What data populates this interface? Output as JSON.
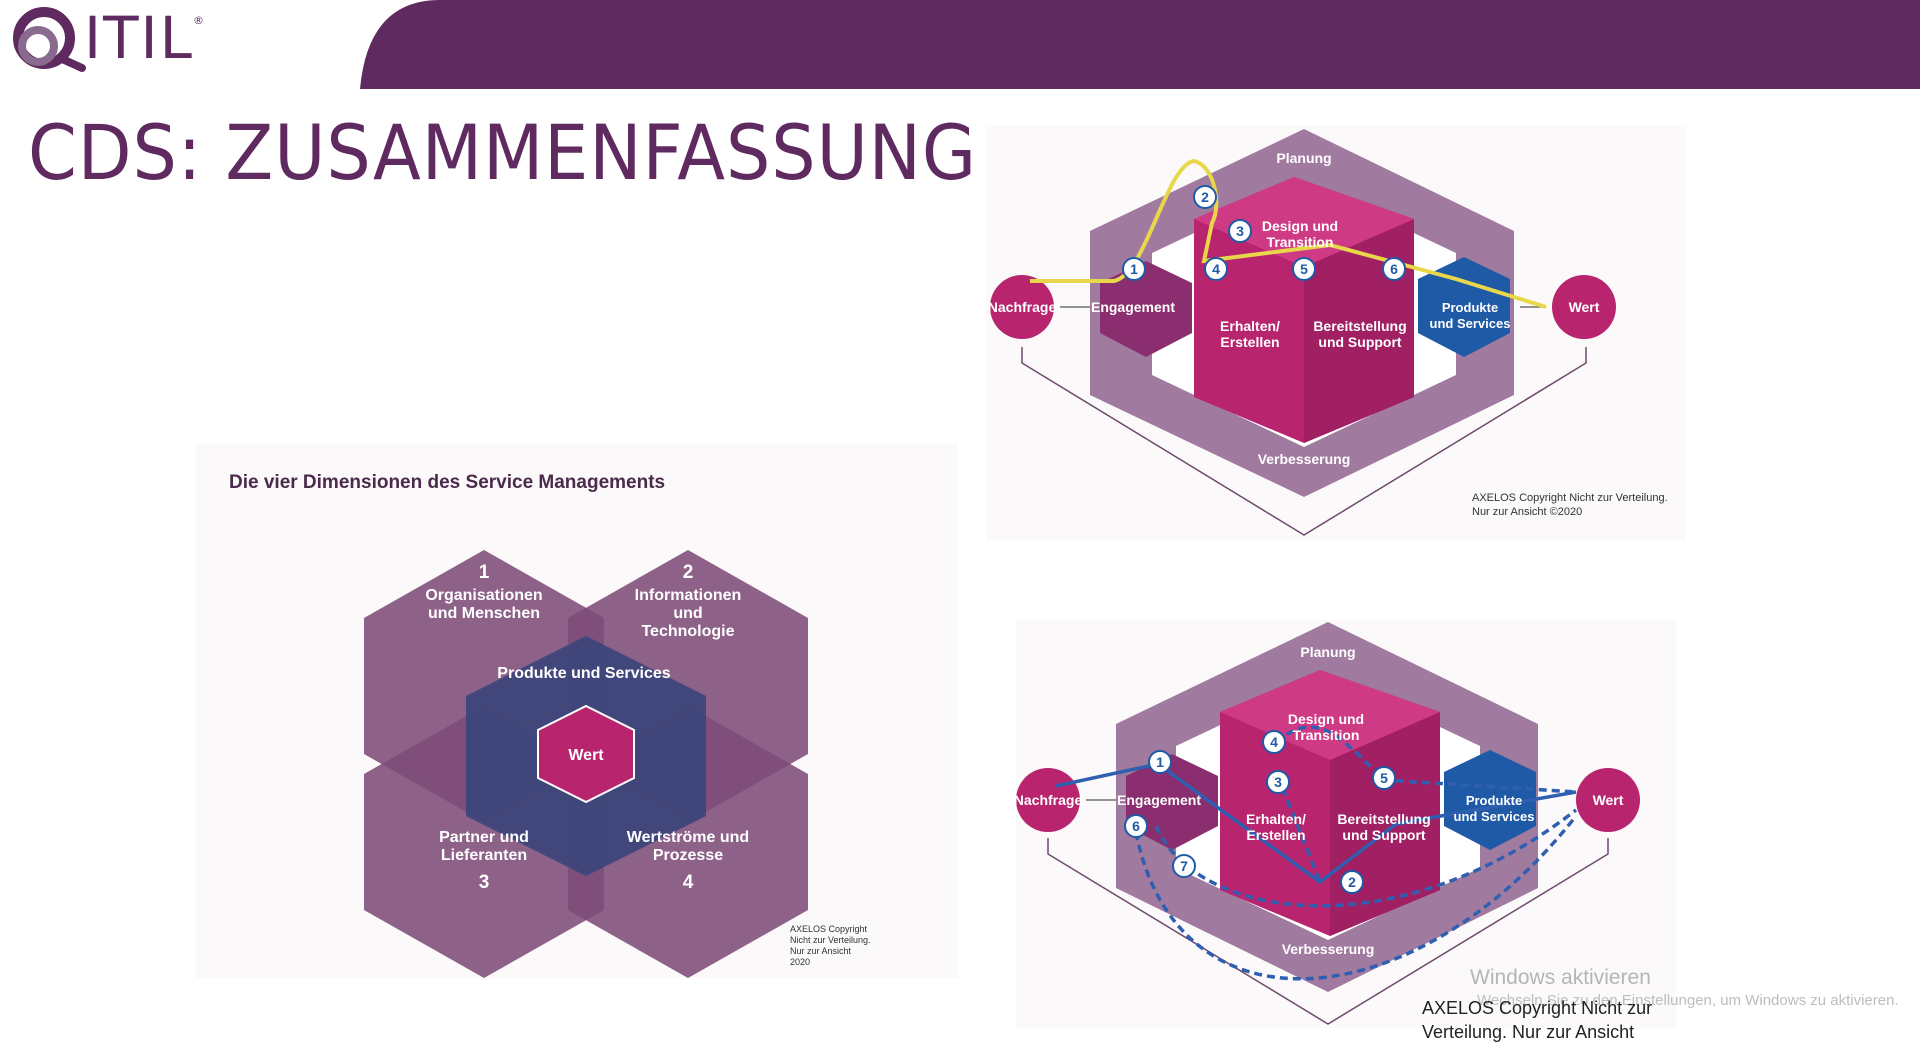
{
  "logo": {
    "text": "ITIL",
    "reg": "®"
  },
  "page_title": "CDS: ZUSAMMENFASSUNG",
  "dimensions": {
    "title": "Die vier Dimensionen des Service Managements",
    "dim1_num": "1",
    "dim1_line1": "Organisationen",
    "dim1_line2": "und Menschen",
    "dim2_num": "2",
    "dim2_line1": "Informationen",
    "dim2_line2": "und",
    "dim2_line3": "Technologie",
    "dim3_num": "3",
    "dim3_line1": "Partner und",
    "dim3_line2": "Lieferanten",
    "dim4_num": "4",
    "dim4_line1": "Wertströme und",
    "dim4_line2": "Prozesse",
    "center_label": "Produkte und Services",
    "value_label": "Wert",
    "copyright_1": "AXELOS Copyright",
    "copyright_2": "Nicht zur Verteilung.",
    "copyright_3": "Nur zur Ansicht",
    "copyright_4": "2020"
  },
  "valuechain_top": {
    "planung": "Planung",
    "verbesserung": "Verbesserung",
    "nachfrage": "Nachfrage",
    "engagement": "Engagement",
    "design_1": "Design und",
    "design_2": "Transition",
    "erhalten_1": "Erhalten/",
    "erhalten_2": "Erstellen",
    "bereit_1": "Bereitstellung",
    "bereit_2": "und Support",
    "produkte_1": "Produkte",
    "produkte_2": "und Services",
    "wert": "Wert",
    "steps": [
      "1",
      "2",
      "3",
      "4",
      "5",
      "6"
    ],
    "copyright_1": "AXELOS Copyright Nicht zur Verteilung.",
    "copyright_2": "Nur zur Ansicht ©2020",
    "path_color": "#e8d74a"
  },
  "valuechain_bottom": {
    "planung": "Planung",
    "verbesserung": "Verbesserung",
    "nachfrage": "Nachfrage",
    "engagement": "Engagement",
    "design_1": "Design und",
    "design_2": "Transition",
    "erhalten_1": "Erhalten/",
    "erhalten_2": "Erstellen",
    "bereit_1": "Bereitstellung",
    "bereit_2": "und Support",
    "produkte_1": "Produkte",
    "produkte_2": "und Services",
    "wert": "Wert",
    "steps": [
      "1",
      "2",
      "3",
      "4",
      "5",
      "6",
      "7"
    ],
    "path_color": "#2f5fb0"
  },
  "windows": {
    "title": "Windows aktivieren",
    "subtitle": "Wechseln Sie zu den Einstellungen, um Windows zu aktivieren."
  },
  "copyright_bottom_1": "AXELOS Copyright Nicht zur",
  "copyright_bottom_2": "Verteilung. Nur zur Ansicht",
  "colors": {
    "brand_purple": "#5f2a5f",
    "hex_purple": "#7d4b78",
    "magenta": "#b8246e",
    "navy": "#3c4579",
    "blue": "#1e5aa6"
  }
}
